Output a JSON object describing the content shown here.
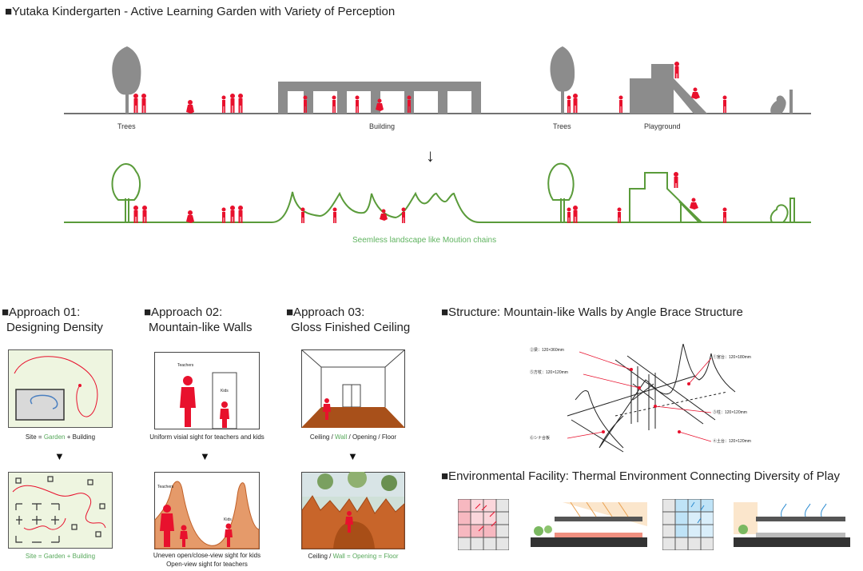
{
  "page": {
    "title": "■Yutaka Kindergarten - Active Learning Garden with Variety of Perception"
  },
  "section1": {
    "labels": [
      "Trees",
      "Building",
      "Trees",
      "Playground"
    ],
    "arrow": "↓",
    "caption": "Seemless landscape like Moution chains"
  },
  "approaches": [
    {
      "heading1": "■Approach 01:",
      "heading2": "Designing Density",
      "caption_top": {
        "a": "Site = ",
        "b": "Garden",
        "c": " + Building"
      },
      "caption_bottom": "Site = Garden + Building"
    },
    {
      "heading1": "■Approach 02:",
      "heading2": "Mountain-like Walls",
      "teachers": "Teachers",
      "kids": "Kids",
      "caption_top": "Uniform visial sight for teachers and kids",
      "caption_bottom1": "Uneven open/close-view sight for kids",
      "caption_bottom2": "Open-view sight for teachers"
    },
    {
      "heading1": "■Approach 03:",
      "heading2": "Gloss Finished Ceiling",
      "caption_top": {
        "a": "Ceiling / ",
        "b": "Wall",
        "c": " / Opening / Floor"
      },
      "caption_bottom": {
        "a": "Ceiling / ",
        "b": "Wall = Opening = Floor"
      }
    }
  ],
  "arrow_down": "▼",
  "structure": {
    "heading": "■Structure: Mountain-like Walls by Angle Brace Structure",
    "notes": [
      "②梁：120×360mm",
      "⑤方杖：120×120mm",
      "⑥シナ合板",
      "①宮台：120×180mm",
      "③柱：120×120mm",
      "④土台：120×120mm"
    ]
  },
  "environment": {
    "heading": "■Environmental Facility: Thermal Environment Connecting Diversity of Play"
  },
  "colors": {
    "red": "#e8112d",
    "gray": "#8c8c8c",
    "green": "#5a9b3a",
    "orange": "#e07a3a",
    "pale_green": "#eef5e0"
  }
}
